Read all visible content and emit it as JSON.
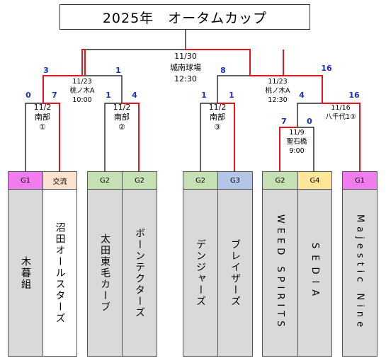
{
  "title": "2025年　オータムカップ",
  "final": {
    "date": "11/30",
    "venue": "城南球場",
    "time": "12:30",
    "score_left": "8",
    "score_right": "16"
  },
  "semis": {
    "left": {
      "date": "11/23",
      "venue": "桃ノ木A",
      "time": "10:00",
      "score_left": "3",
      "score_right": "1"
    },
    "right": {
      "date": "11/23",
      "venue": "桃ノ木A",
      "time": "12:30",
      "score_left": "4",
      "score_right": "16"
    }
  },
  "rounds": {
    "r1": {
      "date": "11/2",
      "venue": "南部",
      "num": "①",
      "score_left": "0",
      "score_right": "7"
    },
    "r2": {
      "date": "11/2",
      "venue": "南部",
      "num": "②",
      "score_left": "1",
      "score_right": "4"
    },
    "r3": {
      "date": "11/2",
      "venue": "南部",
      "num": "③",
      "score_left": "1",
      "score_right": "1"
    },
    "r4": {
      "date": "11/9",
      "venue": "聖石橋",
      "time": "9:00",
      "score_left": "7",
      "score_right": "0"
    },
    "r5": {
      "date": "11/16",
      "venue": "八千代1③"
    }
  },
  "teams": [
    {
      "group": "G1",
      "name": "木暮組",
      "group_color": "#f07cf0"
    },
    {
      "group": "交流",
      "name": "沼田オールスターズ",
      "group_color": "#fde3cf"
    },
    {
      "group": "G2",
      "name": "太田東毛カーブ",
      "group_color": "#c6e0b4"
    },
    {
      "group": "G2",
      "name": "ボーンテクターズ",
      "group_color": "#c6e0b4"
    },
    {
      "group": "G2",
      "name": "デンジャーズ",
      "group_color": "#c6e0b4"
    },
    {
      "group": "G3",
      "name": "ブレイザーズ",
      "group_color": "#b4c6e7"
    },
    {
      "group": "G2",
      "name": "WEED SPIRITS",
      "group_color": "#c6e0b4"
    },
    {
      "group": "G4",
      "name": "SEDIA",
      "group_color": "#ffe699"
    },
    {
      "group": "G1",
      "name": "Majestic Nine",
      "group_color": "#f07cf0"
    }
  ],
  "colors": {
    "winner_line": "#e8141c",
    "loser_line": "#000000",
    "score_text": "#1a2fb8",
    "team_cell": "#d9d9d9"
  }
}
